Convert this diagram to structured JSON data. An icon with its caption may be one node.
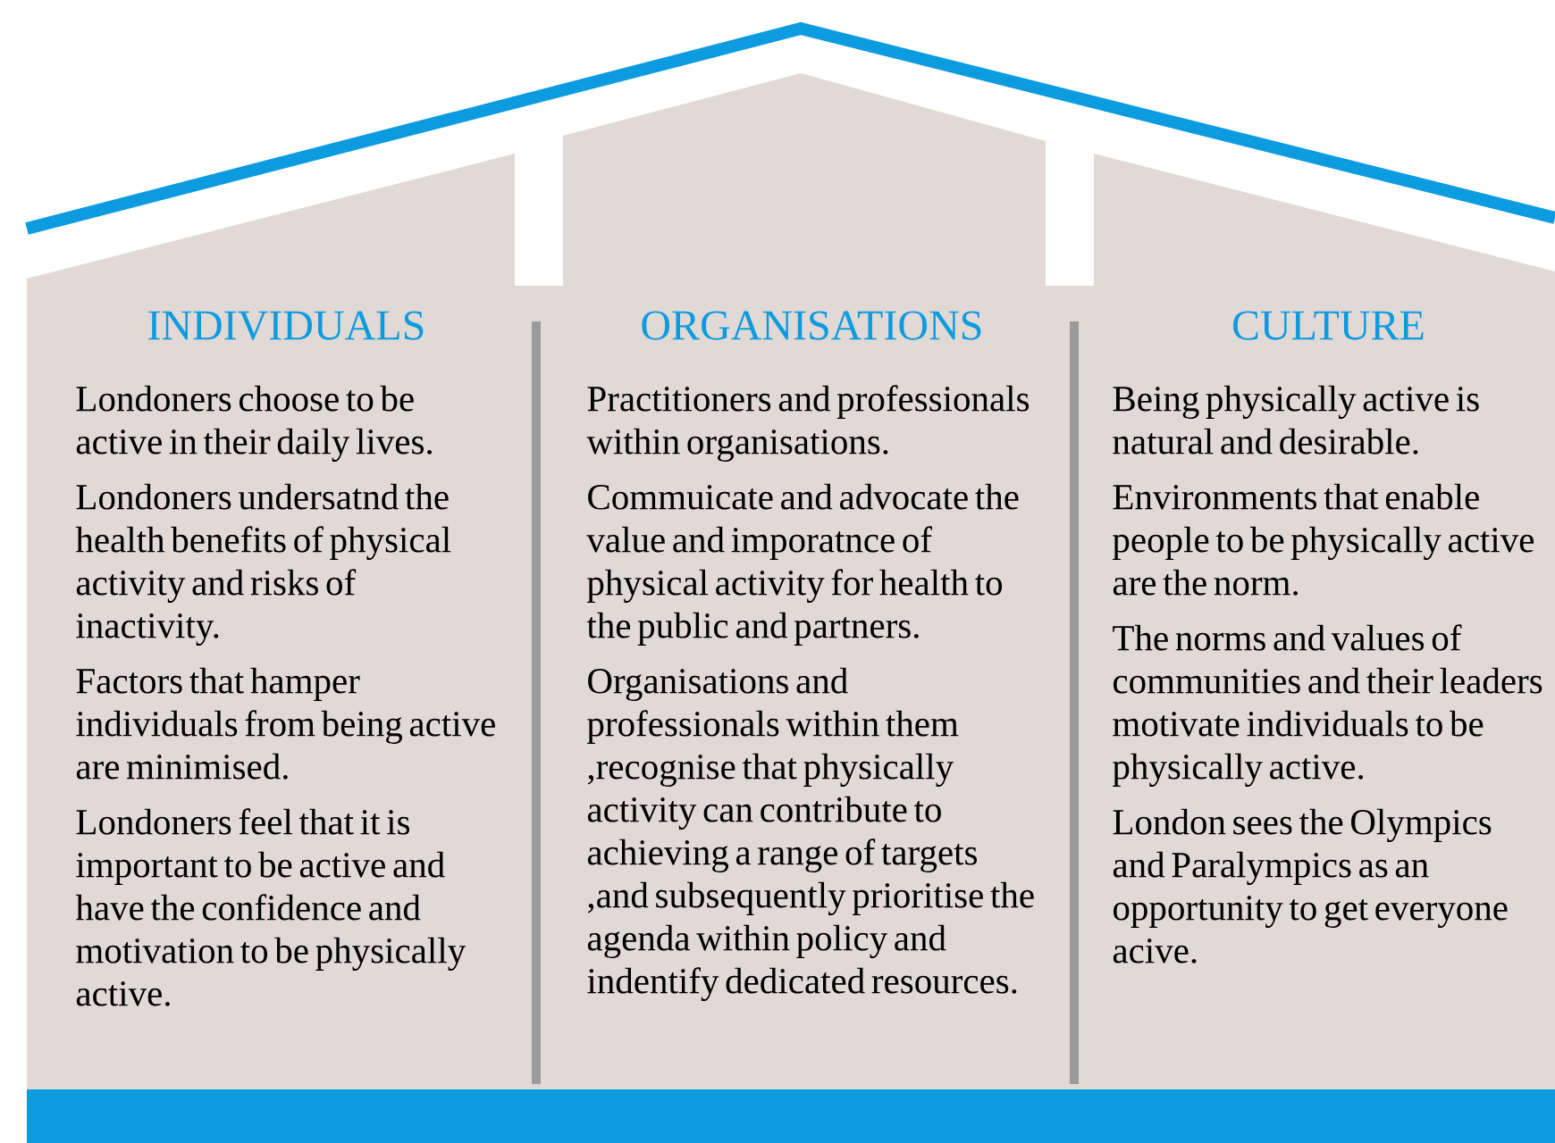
{
  "diagram": {
    "nodes": [
      {
        "text": [
          "INDIVIDUALS",
          "Londoners choose to be active in their daily lives.",
          "Londoners undersatnd the health benefits of physical activity and risks of inactivity.",
          "Factors that hamper individuals from being active are minimised.",
          "Londoners feel that it is important to be active and have the confidence and motivation to be physically active."
        ]
      },
      {
        "text": [
          "ORGANISATIONS",
          "Practitioners and professionals within organisations.",
          "Commuicate and advocate the value and imporatnce of physical activity for health to the public and partners.",
          "Organisations and professionals within them ,recognise that physically activity can contribute to achieving a range of targets ,and subsequently prioritise the agenda within policy and indentify dedicated resources."
        ]
      },
      {
        "text": [
          "CULTURE",
          "Being physically active is natural and desirable.",
          "Environments that enable people to be physically active are the norm.",
          "The norms and values of communities and their leaders motivate individuals to be physically active.",
          "London sees the Olympics and Paralympics as an opportunity to get everyone acive."
        ]
      }
    ]
  }
}
